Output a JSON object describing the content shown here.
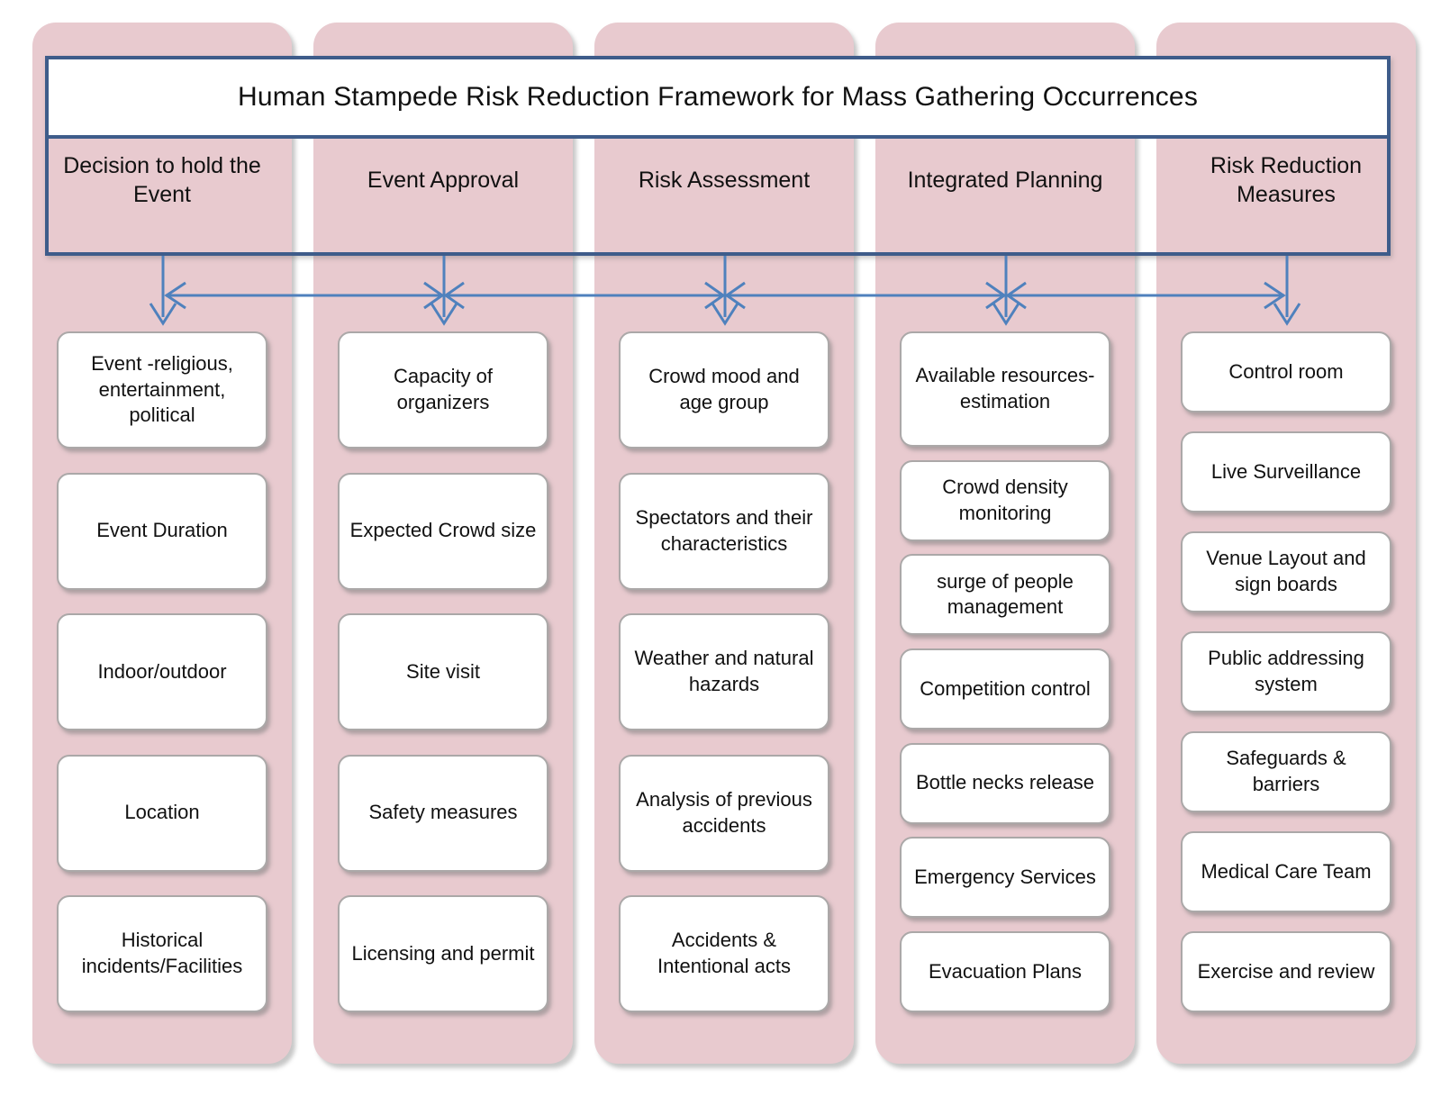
{
  "title": "Human Stampede Risk Reduction Framework for Mass Gathering Occurrences",
  "colors": {
    "column_bg": "#e8cacf",
    "frame_border": "#3e5c8a",
    "arrow_blue": "#4f81bd",
    "box_bg": "#ffffff",
    "box_border": "#aba8a8",
    "text": "#111111"
  },
  "columns": [
    {
      "header": "Decision to hold the Event",
      "items": [
        "Event -religious, entertainment, political",
        "Event Duration",
        "Indoor/outdoor",
        "Location",
        "Historical incidents/Facilities"
      ]
    },
    {
      "header": "Event Approval",
      "items": [
        "Capacity of organizers",
        "Expected Crowd size",
        "Site visit",
        "Safety measures",
        "Licensing and permit"
      ]
    },
    {
      "header": "Risk Assessment",
      "items": [
        "Crowd mood and age group",
        "Spectators and their characteristics",
        "Weather and natural hazards",
        "Analysis of previous accidents",
        "Accidents & Intentional acts"
      ]
    },
    {
      "header": "Integrated Planning",
      "items": [
        "Available resources- estimation",
        "Crowd density monitoring",
        "surge of people management",
        "Competition control",
        "Bottle necks release",
        "Emergency Services",
        "Evacuation Plans"
      ]
    },
    {
      "header": "Risk Reduction Measures",
      "items": [
        "Control room",
        "Live Surveillance",
        "Venue Layout and sign boards",
        "Public addressing system",
        "Safeguards & barriers",
        "Medical Care Team",
        "Exercise and review"
      ]
    }
  ]
}
